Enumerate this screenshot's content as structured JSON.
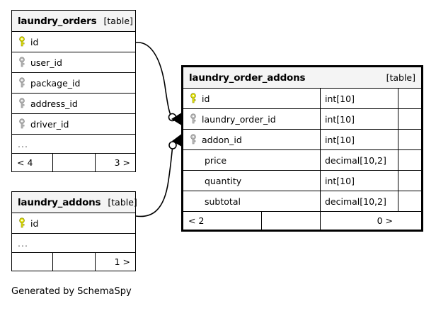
{
  "diagram": {
    "caption": "Generated by SchemaSpy",
    "kind_label": "[table]",
    "ellipsis": "...",
    "colors": {
      "primary_key": "#e8e80a",
      "foreign_key": "#b0b0b0",
      "header_bg": "#f4f4f4",
      "border": "#000000",
      "background": "#ffffff"
    }
  },
  "tables": {
    "laundry_orders": {
      "name": "laundry_orders",
      "kind": "[table]",
      "columns": [
        {
          "name": "id",
          "key": "primary",
          "type": ""
        },
        {
          "name": "user_id",
          "key": "foreign",
          "type": ""
        },
        {
          "name": "package_id",
          "key": "foreign",
          "type": ""
        },
        {
          "name": "address_id",
          "key": "foreign",
          "type": ""
        },
        {
          "name": "driver_id",
          "key": "foreign",
          "type": ""
        }
      ],
      "more_indicator": "...",
      "footer": {
        "left": "< 4",
        "middle": "",
        "right": "3 >"
      }
    },
    "laundry_addons": {
      "name": "laundry_addons",
      "kind": "[table]",
      "columns": [
        {
          "name": "id",
          "key": "primary",
          "type": ""
        }
      ],
      "more_indicator": "...",
      "footer": {
        "left": "",
        "middle": "",
        "right": "1 >"
      }
    },
    "laundry_order_addons": {
      "name": "laundry_order_addons",
      "kind": "[table]",
      "columns": [
        {
          "name": "id",
          "key": "primary",
          "type": "int[10]"
        },
        {
          "name": "laundry_order_id",
          "key": "foreign",
          "type": "int[10]"
        },
        {
          "name": "addon_id",
          "key": "foreign",
          "type": "int[10]"
        },
        {
          "name": "price",
          "key": "none",
          "type": "decimal[10,2]"
        },
        {
          "name": "quantity",
          "key": "none",
          "type": "int[10]"
        },
        {
          "name": "subtotal",
          "key": "none",
          "type": "decimal[10,2]"
        }
      ],
      "footer": {
        "left": "< 2",
        "middle": "",
        "right": "0 >"
      }
    }
  },
  "relationships": [
    {
      "from_table": "laundry_orders",
      "from_column": "id",
      "to_table": "laundry_order_addons",
      "to_column": "laundry_order_id"
    },
    {
      "from_table": "laundry_addons",
      "from_column": "id",
      "to_table": "laundry_order_addons",
      "to_column": "addon_id"
    }
  ]
}
